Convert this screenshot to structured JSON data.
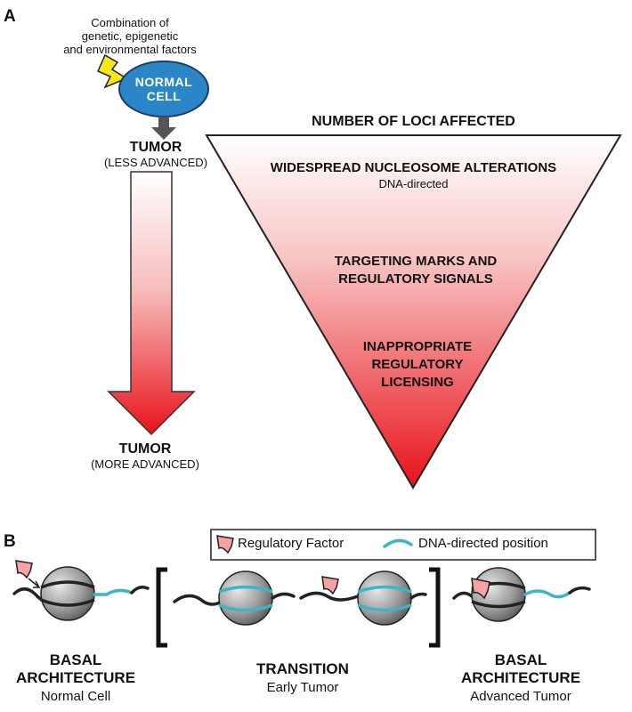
{
  "panel_a": {
    "letter": "A",
    "factors_line1": "Combination of",
    "factors_line2": "genetic, epigenetic",
    "factors_line3": "and environmental factors",
    "normal_cell_line1": "NORMAL",
    "normal_cell_line2": "CELL",
    "tumor_top": "TUMOR",
    "tumor_top_sub": "(LESS ADVANCED)",
    "tumor_bottom": "TUMOR",
    "tumor_bottom_sub": "(MORE ADVANCED)",
    "triangle_title": "NUMBER OF LOCI AFFECTED",
    "level1": "WIDESPREAD NUCLEOSOME ALTERATIONS",
    "level1_sub": "DNA-directed",
    "level2_line1": "TARGETING MARKS AND",
    "level2_line2": "REGULATORY SIGNALS",
    "level3_line1": "INAPPROPRIATE",
    "level3_line2": "REGULATORY",
    "level3_line3": "LICENSING"
  },
  "panel_b": {
    "letter": "B",
    "legend_factor": "Regulatory Factor",
    "legend_dna": "DNA-directed position",
    "stage1_line1": "BASAL",
    "stage1_line2": "ARCHITECTURE",
    "stage1_sub": "Normal Cell",
    "stage2_title": "TRANSITION",
    "stage2_sub": "Early Tumor",
    "stage3_line1": "BASAL",
    "stage3_line2": "ARCHITECTURE",
    "stage3_sub": "Advanced Tumor"
  },
  "colors": {
    "red": "#e8121a",
    "cyan": "#3bb6c4",
    "cell_blue": "#2a86c6",
    "factor_pink": "#f3a3a3"
  }
}
